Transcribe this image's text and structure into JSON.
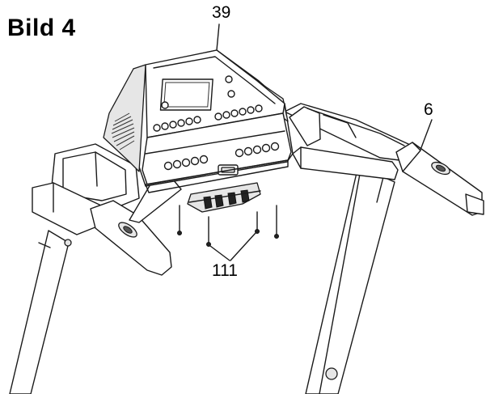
{
  "figure": {
    "title": "Bild 4"
  },
  "callouts": {
    "console": "39",
    "handrail_end": "6",
    "screws": "111"
  }
}
